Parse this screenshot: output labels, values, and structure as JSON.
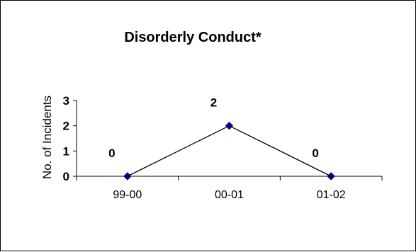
{
  "chart_data": {
    "type": "line",
    "title": "Disorderly Conduct*",
    "xlabel": "",
    "ylabel": "No. of Incidents",
    "categories": [
      "99-00",
      "00-01",
      "01-02"
    ],
    "series": [
      {
        "values": [
          0,
          2,
          0
        ],
        "data_labels": [
          "0",
          "2",
          "0"
        ]
      }
    ],
    "ylim": [
      0,
      3
    ],
    "yticks": [
      "0",
      "1",
      "2",
      "3"
    ],
    "grid": false,
    "legend": "none",
    "colors": {
      "line": "#000000",
      "marker": "#000080",
      "text": "#000000"
    }
  }
}
